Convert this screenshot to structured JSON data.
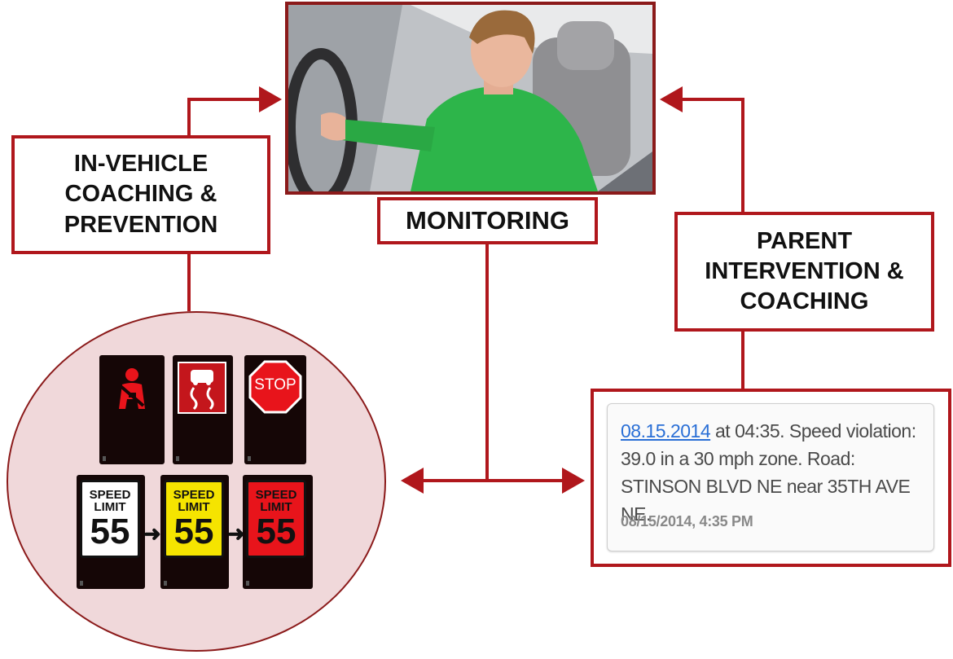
{
  "labels": {
    "in_vehicle": [
      "IN-VEHICLE",
      "COACHING &",
      "PREVENTION"
    ],
    "monitoring": "MONITORING",
    "parent": [
      "PARENT",
      "INTERVENTION &",
      "COACHING"
    ]
  },
  "alerts": {
    "stop_text": "STOP",
    "speed_signs": [
      {
        "line1": "SPEED",
        "line2": "LIMIT",
        "number": "55",
        "bg": "#ffffff"
      },
      {
        "line1": "SPEED",
        "line2": "LIMIT",
        "number": "55",
        "bg": "#f5e400"
      },
      {
        "line1": "SPEED",
        "line2": "LIMIT",
        "number": "55",
        "bg": "#e8141b"
      }
    ],
    "arrow": "➜"
  },
  "notification": {
    "date_link": "08.15.2014",
    "message": " at 04:35. Speed violation: 39.0 in a 30 mph zone.  Road: STINSON BLVD NE near 35TH AVE NE.",
    "timestamp": "08/15/2014, 4:35 PM"
  },
  "colors": {
    "frame_red": "#b0171c",
    "dark_red": "#8b1a1a",
    "circle_fill": "#f0d8da",
    "link_blue": "#2a6fd6"
  }
}
